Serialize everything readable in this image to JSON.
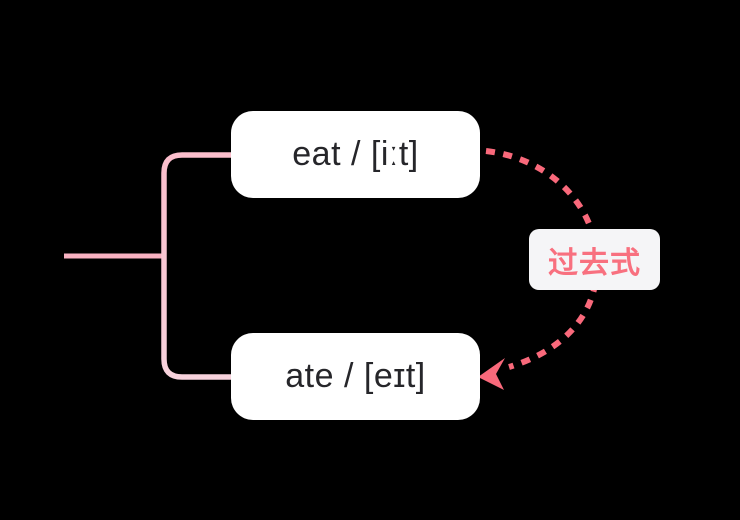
{
  "canvas": {
    "type": "mind-map-diagram",
    "background_color": "#000000"
  },
  "nodes": [
    {
      "id": "present-form",
      "label": "eat / [iːt]"
    },
    {
      "id": "past-form",
      "label": "ate / [eɪt]"
    }
  ],
  "relationship": {
    "label": "过去式",
    "from": "present-form",
    "to": "past-form",
    "line_style": "dashed-curved-arrow",
    "color": "#f9697b",
    "label_background": "#f5f5f7"
  },
  "connector": {
    "stem_color": "#f9b2c2",
    "branch_color_top": "#fbbdcb",
    "branch_color_bottom": "#f8d3dd"
  },
  "node_style": {
    "background": "#ffffff",
    "text_color": "#26262a"
  }
}
